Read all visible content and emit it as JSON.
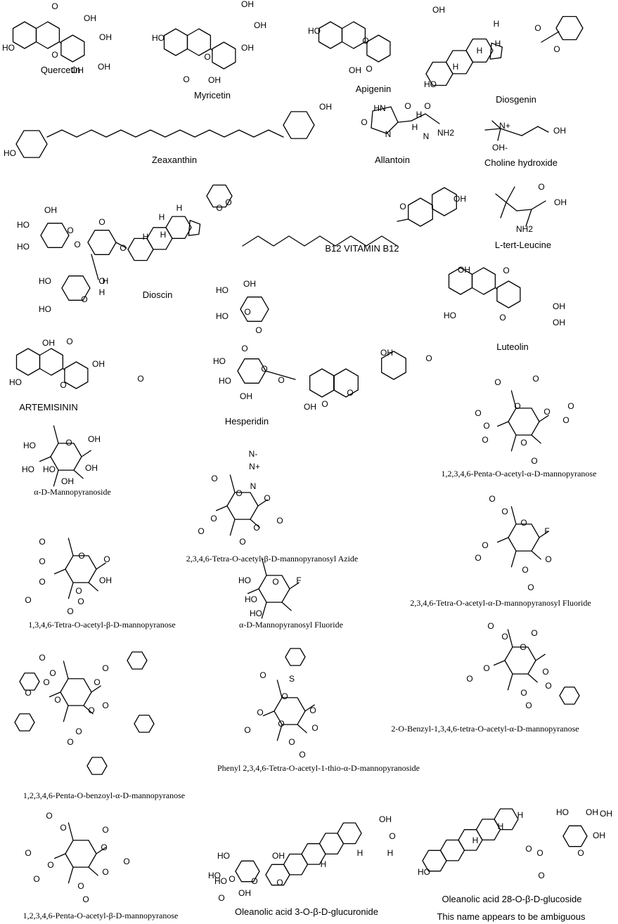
{
  "compounds": [
    {
      "key": "quercetin",
      "name": "Quercetin",
      "font": "sans",
      "type": "flavone",
      "atoms": [
        "HO",
        "O",
        "OH",
        "OH",
        "OH",
        "OH",
        "O"
      ]
    },
    {
      "key": "myricetin",
      "name": "Myricetin",
      "font": "sans",
      "type": "flavone",
      "atoms": [
        "HO",
        "O",
        "OH",
        "OH",
        "OH",
        "OH",
        "O"
      ]
    },
    {
      "key": "apigenin",
      "name": "Apigenin",
      "font": "sans",
      "type": "flavone",
      "atoms": [
        "HO",
        "O",
        "OH",
        "OH",
        "O"
      ]
    },
    {
      "key": "diosgenin",
      "name": "Diosgenin",
      "font": "sans",
      "type": "steroid",
      "atoms": [
        "HO",
        "H",
        "H",
        "H",
        "H",
        "O",
        "O"
      ]
    },
    {
      "key": "zeaxanthin",
      "name": "Zeaxanthin",
      "font": "sans",
      "type": "polyene",
      "atoms": [
        "HO",
        "OH"
      ]
    },
    {
      "key": "allantoin",
      "name": "Allantoin",
      "font": "sans",
      "type": "small",
      "atoms": [
        "HN",
        "O",
        "O",
        "N",
        "H",
        "H",
        "N",
        "NH2",
        "O"
      ]
    },
    {
      "key": "choline",
      "name": "Choline hydroxide",
      "font": "sans",
      "type": "small",
      "atoms": [
        "N+",
        "OH",
        "OH-"
      ]
    },
    {
      "key": "dioscin",
      "name": "Dioscin",
      "font": "sans",
      "type": "steroid",
      "atoms": [
        "OH",
        "HO",
        "HO",
        "O",
        "O",
        "O",
        "O",
        "O",
        "H",
        "H",
        "H",
        "HO",
        "HO",
        "O",
        "H",
        "H",
        "H",
        "O",
        "O"
      ]
    },
    {
      "key": "b12",
      "name": "B12 VITAMIN B12",
      "font": "sans",
      "type": "chain",
      "atoms": [
        "O",
        "OH"
      ]
    },
    {
      "key": "leucine",
      "name": "L-tert-Leucine",
      "font": "sans",
      "type": "small",
      "atoms": [
        "O",
        "OH",
        "NH2"
      ]
    },
    {
      "key": "luteolin",
      "name": "Luteolin",
      "font": "sans",
      "type": "flavone",
      "atoms": [
        "OH",
        "O",
        "HO",
        "O",
        "OH",
        "OH"
      ]
    },
    {
      "key": "artemisinin",
      "name": "ARTEMISININ",
      "font": "sans",
      "type": "flavone",
      "atoms": [
        "OH",
        "O",
        "OH",
        "HO",
        "O",
        "O"
      ]
    },
    {
      "key": "hesperidin",
      "name": "Hesperidin",
      "font": "sans",
      "type": "glycoside",
      "atoms": [
        "OH",
        "HO",
        "O",
        "HO",
        "O",
        "O",
        "HO",
        "O",
        "HO",
        "OH",
        "O",
        "O",
        "OH",
        "OH",
        "O",
        "O"
      ]
    },
    {
      "key": "penta_acetyl_alpha",
      "name": "1,2,3,4,6-Penta-O-acetyl-α-D-mannopyranose",
      "font": "serif",
      "type": "sugar",
      "atoms": [
        "O",
        "O",
        "O",
        "O",
        "O",
        "O",
        "O",
        "O",
        "O",
        "O",
        "O"
      ]
    },
    {
      "key": "mannopyranoside",
      "name": "α-D-Mannopyranoside",
      "font": "serif",
      "type": "sugar",
      "atoms": [
        "HO",
        "O",
        "OH",
        "HO",
        "OH",
        "HO",
        "OH"
      ]
    },
    {
      "key": "azide",
      "name": "2,3,4,6-Tetra-O-acetyl-β-D-mannopyranosyl Azide",
      "font": "serif",
      "type": "sugar",
      "atoms": [
        "N-",
        "N+",
        "N",
        "O",
        "O",
        "O",
        "O",
        "O",
        "O",
        "O",
        "O"
      ]
    },
    {
      "key": "tetra_acetyl_beta",
      "name": "1,3,4,6-Tetra-O-acetyl-β-D-mannopyranose",
      "font": "serif",
      "type": "sugar",
      "atoms": [
        "O",
        "O",
        "O",
        "O",
        "O",
        "O",
        "O",
        "OH",
        "O",
        "O"
      ]
    },
    {
      "key": "manno_fluoride",
      "name": "α-D-Mannopyranosyl Fluoride",
      "font": "serif",
      "type": "sugar",
      "atoms": [
        "HO",
        "O",
        "F",
        "HO",
        "HO"
      ]
    },
    {
      "key": "tetra_acetyl_fluoride",
      "name": "2,3,4,6-Tetra-O-acetyl-α-D-mannopyranosyl Fluoride",
      "font": "serif",
      "type": "sugar",
      "atoms": [
        "O",
        "O",
        "O",
        "F",
        "O",
        "O",
        "O",
        "O",
        "O"
      ]
    },
    {
      "key": "penta_benzoyl",
      "name": "1,2,3,4,6-Penta-O-benzoyl-α-D-mannopyranose",
      "font": "serif",
      "type": "sugar",
      "atoms": [
        "O",
        "O",
        "O",
        "O",
        "O",
        "O",
        "O",
        "O",
        "O",
        "O",
        "O"
      ]
    },
    {
      "key": "phenyl_thio",
      "name": "Phenyl 2,3,4,6-Tetra-O-acetyl-1-thio-α-D-mannopyranoside",
      "font": "serif",
      "type": "sugar",
      "atoms": [
        "S",
        "O",
        "O",
        "O",
        "O",
        "O",
        "O",
        "O",
        "O",
        "O"
      ]
    },
    {
      "key": "benzyl",
      "name": "2-O-Benzyl-1,3,4,6-tetra-O-acetyl-α-D-mannopyranose",
      "font": "serif",
      "type": "sugar",
      "atoms": [
        "O",
        "O",
        "O",
        "O",
        "O",
        "O",
        "O",
        "O",
        "O",
        "O"
      ]
    },
    {
      "key": "penta_acetyl_beta",
      "name": "1,2,3,4,6-Penta-O-acetyl-β-D-mannopyranose",
      "font": "serif",
      "type": "sugar",
      "atoms": [
        "O",
        "O",
        "O",
        "O",
        "O",
        "O",
        "O",
        "O",
        "O",
        "O",
        "O"
      ]
    },
    {
      "key": "oleanolic_glucuronide",
      "name": "Oleanolic acid 3-O-β-D-glucuronide",
      "font": "sans",
      "type": "triterpene",
      "atoms": [
        "HO",
        "OH",
        "O",
        "HO",
        "OH",
        "O",
        "O",
        "H",
        "H",
        "H",
        "O",
        "OH",
        "HO",
        "O"
      ]
    },
    {
      "key": "oleanolic_glucoside",
      "name": "Oleanolic acid 28-O-β-D-glucoside",
      "font": "sans",
      "type": "triterpene",
      "atoms": [
        "OH",
        "HO",
        "OH",
        "O",
        "O",
        "O",
        "OH",
        "H",
        "H",
        "H",
        "HO",
        "O"
      ]
    }
  ],
  "footnote": "This name appears to be ambiguous"
}
